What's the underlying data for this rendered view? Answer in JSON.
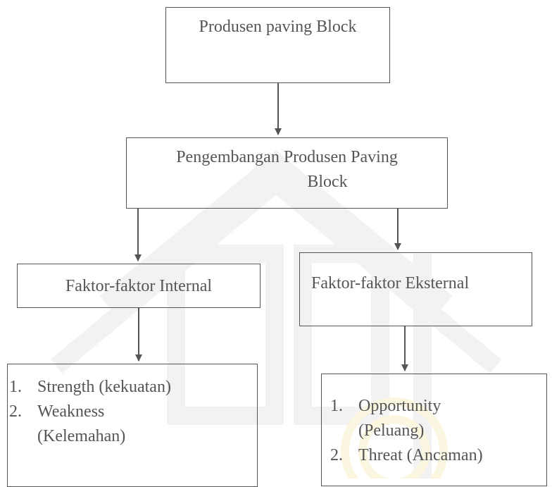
{
  "diagram": {
    "root": "Produsen paving Block",
    "development": [
      "Pengembangan Produsen Paving",
      "Block"
    ],
    "internal": {
      "title": "Faktor-faktor Internal",
      "items": [
        {
          "num": "1.",
          "lines": [
            "Strength (kekuatan)"
          ]
        },
        {
          "num": "2.",
          "lines": [
            "Weakness",
            "(Kelemahan)"
          ]
        }
      ]
    },
    "external": {
      "title": "Faktor-faktor Eksternal",
      "items": [
        {
          "num": "1.",
          "lines": [
            "Opportunity",
            "(Peluang)"
          ]
        },
        {
          "num": "2.",
          "lines": [
            "Threat (Ancaman)"
          ]
        }
      ]
    }
  },
  "colors": {
    "line": "#555555",
    "watermark_gray": "#f2f2f2",
    "watermark_gold": "#fbf6df"
  }
}
